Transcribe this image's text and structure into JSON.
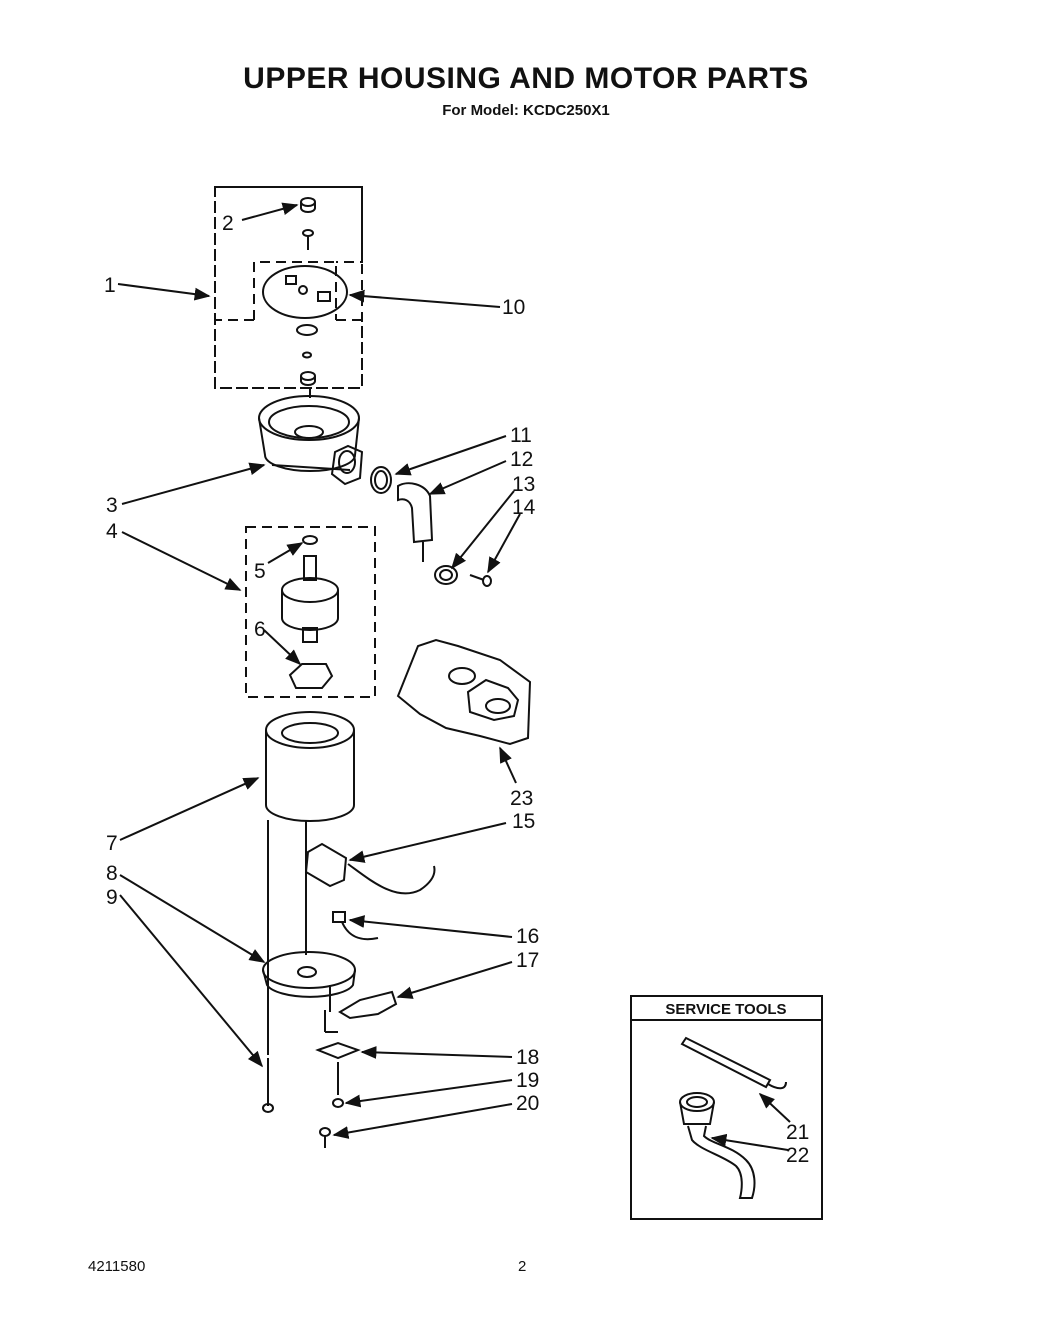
{
  "header": {
    "title": "UPPER HOUSING AND MOTOR PARTS",
    "subtitle": "For Model: KCDC250X1"
  },
  "footer": {
    "document_number": "4211580",
    "page_number": "2"
  },
  "service_tools": {
    "title": "SERVICE TOOLS"
  },
  "callouts": [
    "1",
    "2",
    "3",
    "4",
    "5",
    "6",
    "7",
    "8",
    "9",
    "10",
    "11",
    "12",
    "13",
    "14",
    "15",
    "16",
    "17",
    "18",
    "19",
    "20",
    "21",
    "22",
    "23"
  ]
}
